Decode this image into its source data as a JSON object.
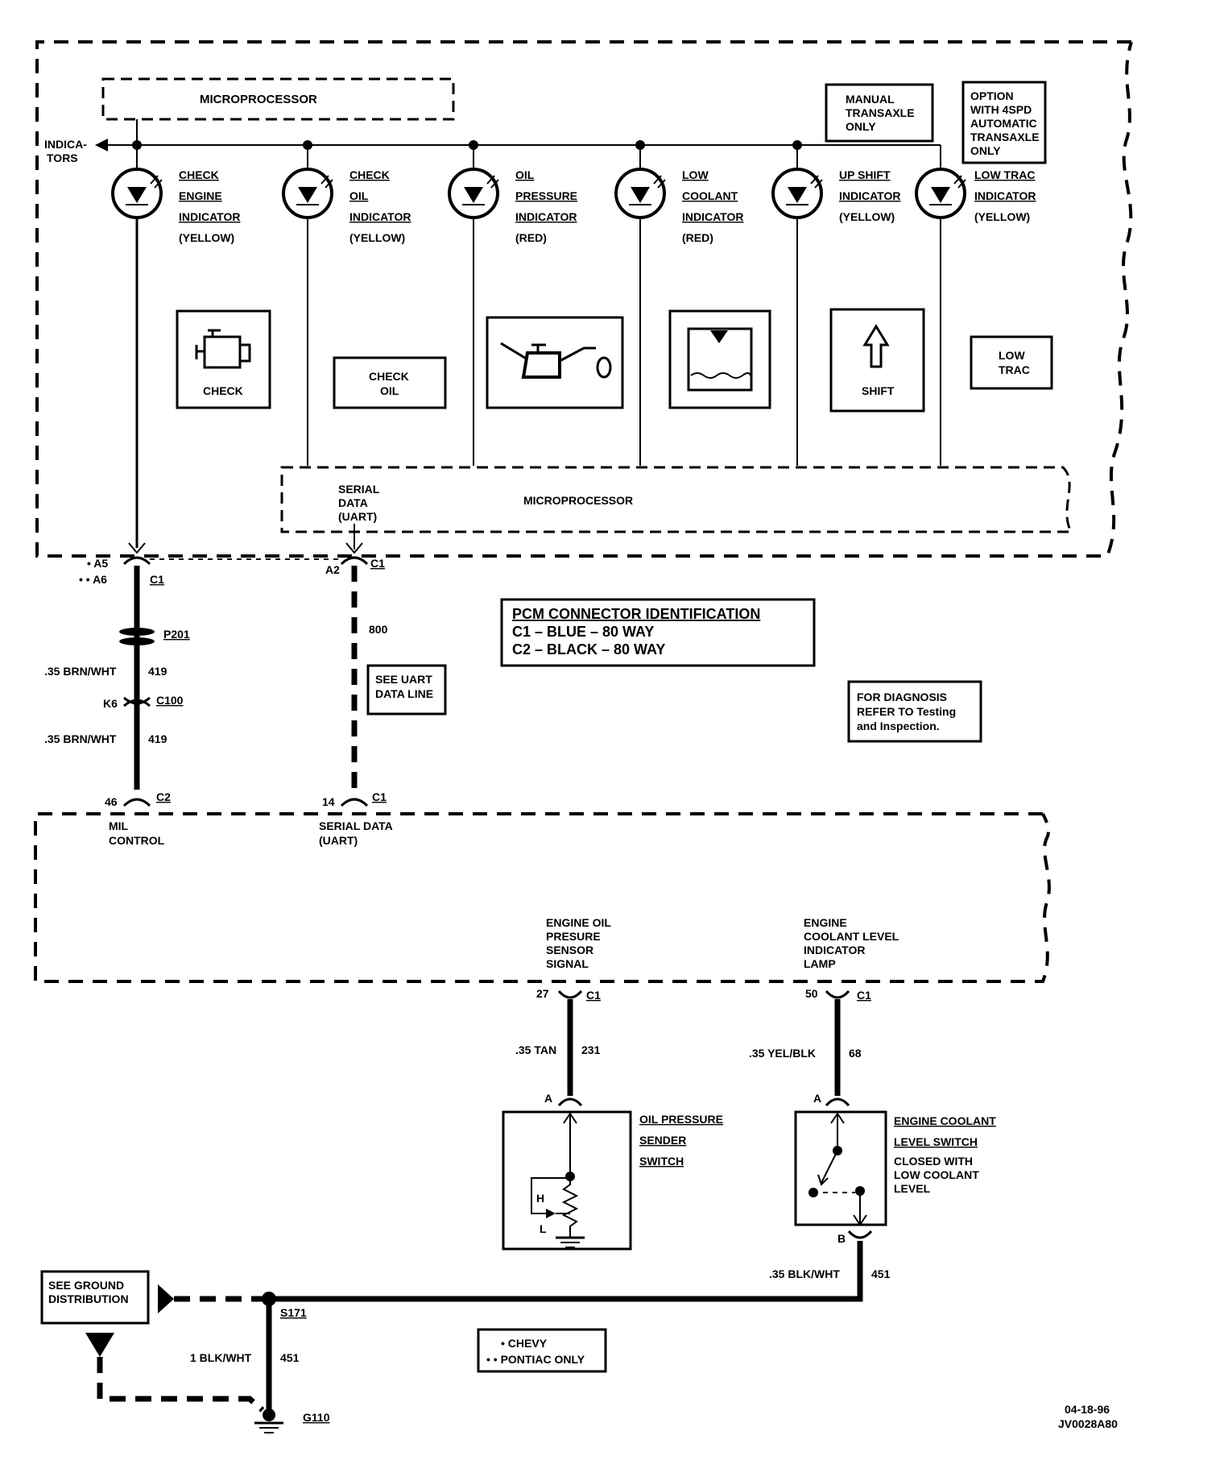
{
  "upper_module": {
    "microprocessor_top": "MICROPROCESSOR",
    "indicators_arrow": [
      "INDICA-",
      "TORS"
    ],
    "manual_note": [
      "MANUAL",
      "TRANSAXLE",
      "ONLY"
    ],
    "option_note": [
      "OPTION",
      "WITH 4SPD",
      "AUTOMATIC",
      "TRANSAXLE",
      "ONLY"
    ],
    "lamps": [
      {
        "lines": [
          "CHECK",
          "ENGINE",
          "INDICATOR",
          "(YELLOW)"
        ]
      },
      {
        "lines": [
          "CHECK",
          "OIL",
          "INDICATOR",
          "(YELLOW)"
        ]
      },
      {
        "lines": [
          "OIL",
          "PRESSURE",
          "INDICATOR",
          "(RED)"
        ]
      },
      {
        "lines": [
          "LOW",
          "COOLANT",
          "INDICATOR",
          "(RED)"
        ]
      },
      {
        "lines": [
          "UP SHIFT",
          "INDICATOR",
          "(YELLOW)"
        ]
      },
      {
        "lines": [
          "LOW TRAC",
          "INDICATOR",
          "(YELLOW)"
        ]
      }
    ],
    "symbols": {
      "check_engine": "CHECK",
      "check_oil": [
        "CHECK",
        "OIL"
      ],
      "shift": "SHIFT",
      "low_trac": [
        "LOW",
        "TRAC"
      ]
    },
    "microprocessor_bottom": "MICROPROCESSOR",
    "serial_data": [
      "SERIAL",
      "DATA",
      "(UART)"
    ]
  },
  "connectors": {
    "a5": "• A5",
    "a6": "• • A6",
    "c1_left": "C1",
    "a2": "A2",
    "c1_mid": "C1",
    "p201": "P201",
    "wire_419a": ".35 BRN/WHT",
    "circuit_419a": "419",
    "k6": "K6",
    "c100": "C100",
    "wire_419b": ".35 BRN/WHT",
    "circuit_419b": "419",
    "circuit_800": "800",
    "see_uart": [
      "SEE UART",
      "DATA LINE"
    ],
    "pin_46": "46",
    "c2": "C2",
    "pin_14": "14",
    "c1_pcm_serial": "C1",
    "mil_control": [
      "MIL",
      "CONTROL"
    ],
    "serial_data_pcm": [
      "SERIAL DATA",
      "(UART)"
    ]
  },
  "pcm_id": {
    "title": "PCM CONNECTOR IDENTIFICATION",
    "row1": "C1 – BLUE    – 80 WAY",
    "row2": "C2 – BLACK – 80 WAY"
  },
  "diagnosis_note": [
    "FOR DIAGNOSIS",
    "REFER TO Testing",
    "and Inspection."
  ],
  "pcm_lower": {
    "oil_signal": [
      "ENGINE OIL",
      "PRESURE",
      "SENSOR",
      "SIGNAL"
    ],
    "coolant_lamp": [
      "ENGINE",
      "COOLANT LEVEL",
      "INDICATOR",
      "LAMP"
    ],
    "pin_27": "27",
    "c1_27": "C1",
    "pin_50": "50",
    "c1_50": "C1"
  },
  "circuits": {
    "wire_231": ".35 TAN",
    "num_231": "231",
    "wire_68": ".35 YEL/BLK",
    "num_68": "68",
    "pin_a_oil": "A",
    "pin_a_cool": "A",
    "pin_b_cool": "B",
    "wire_451a": ".35 BLK/WHT",
    "num_451a": "451",
    "wire_451b": "1 BLK/WHT",
    "num_451b": "451",
    "s171": "S171",
    "g110": "G110"
  },
  "oil_switch": {
    "label": [
      "OIL PRESSURE",
      "SENDER",
      "SWITCH"
    ],
    "h": "H",
    "l": "L"
  },
  "coolant_switch": {
    "label": [
      "ENGINE COOLANT",
      "LEVEL SWITCH"
    ],
    "note": [
      "CLOSED WITH",
      "LOW COOLANT",
      "LEVEL"
    ]
  },
  "ground_ref": [
    "SEE GROUND",
    "DISTRIBUTION"
  ],
  "legend": [
    "• CHEVY",
    "• • PONTIAC ONLY"
  ],
  "doc_code": [
    "04-18-96",
    "JV0028A80"
  ]
}
